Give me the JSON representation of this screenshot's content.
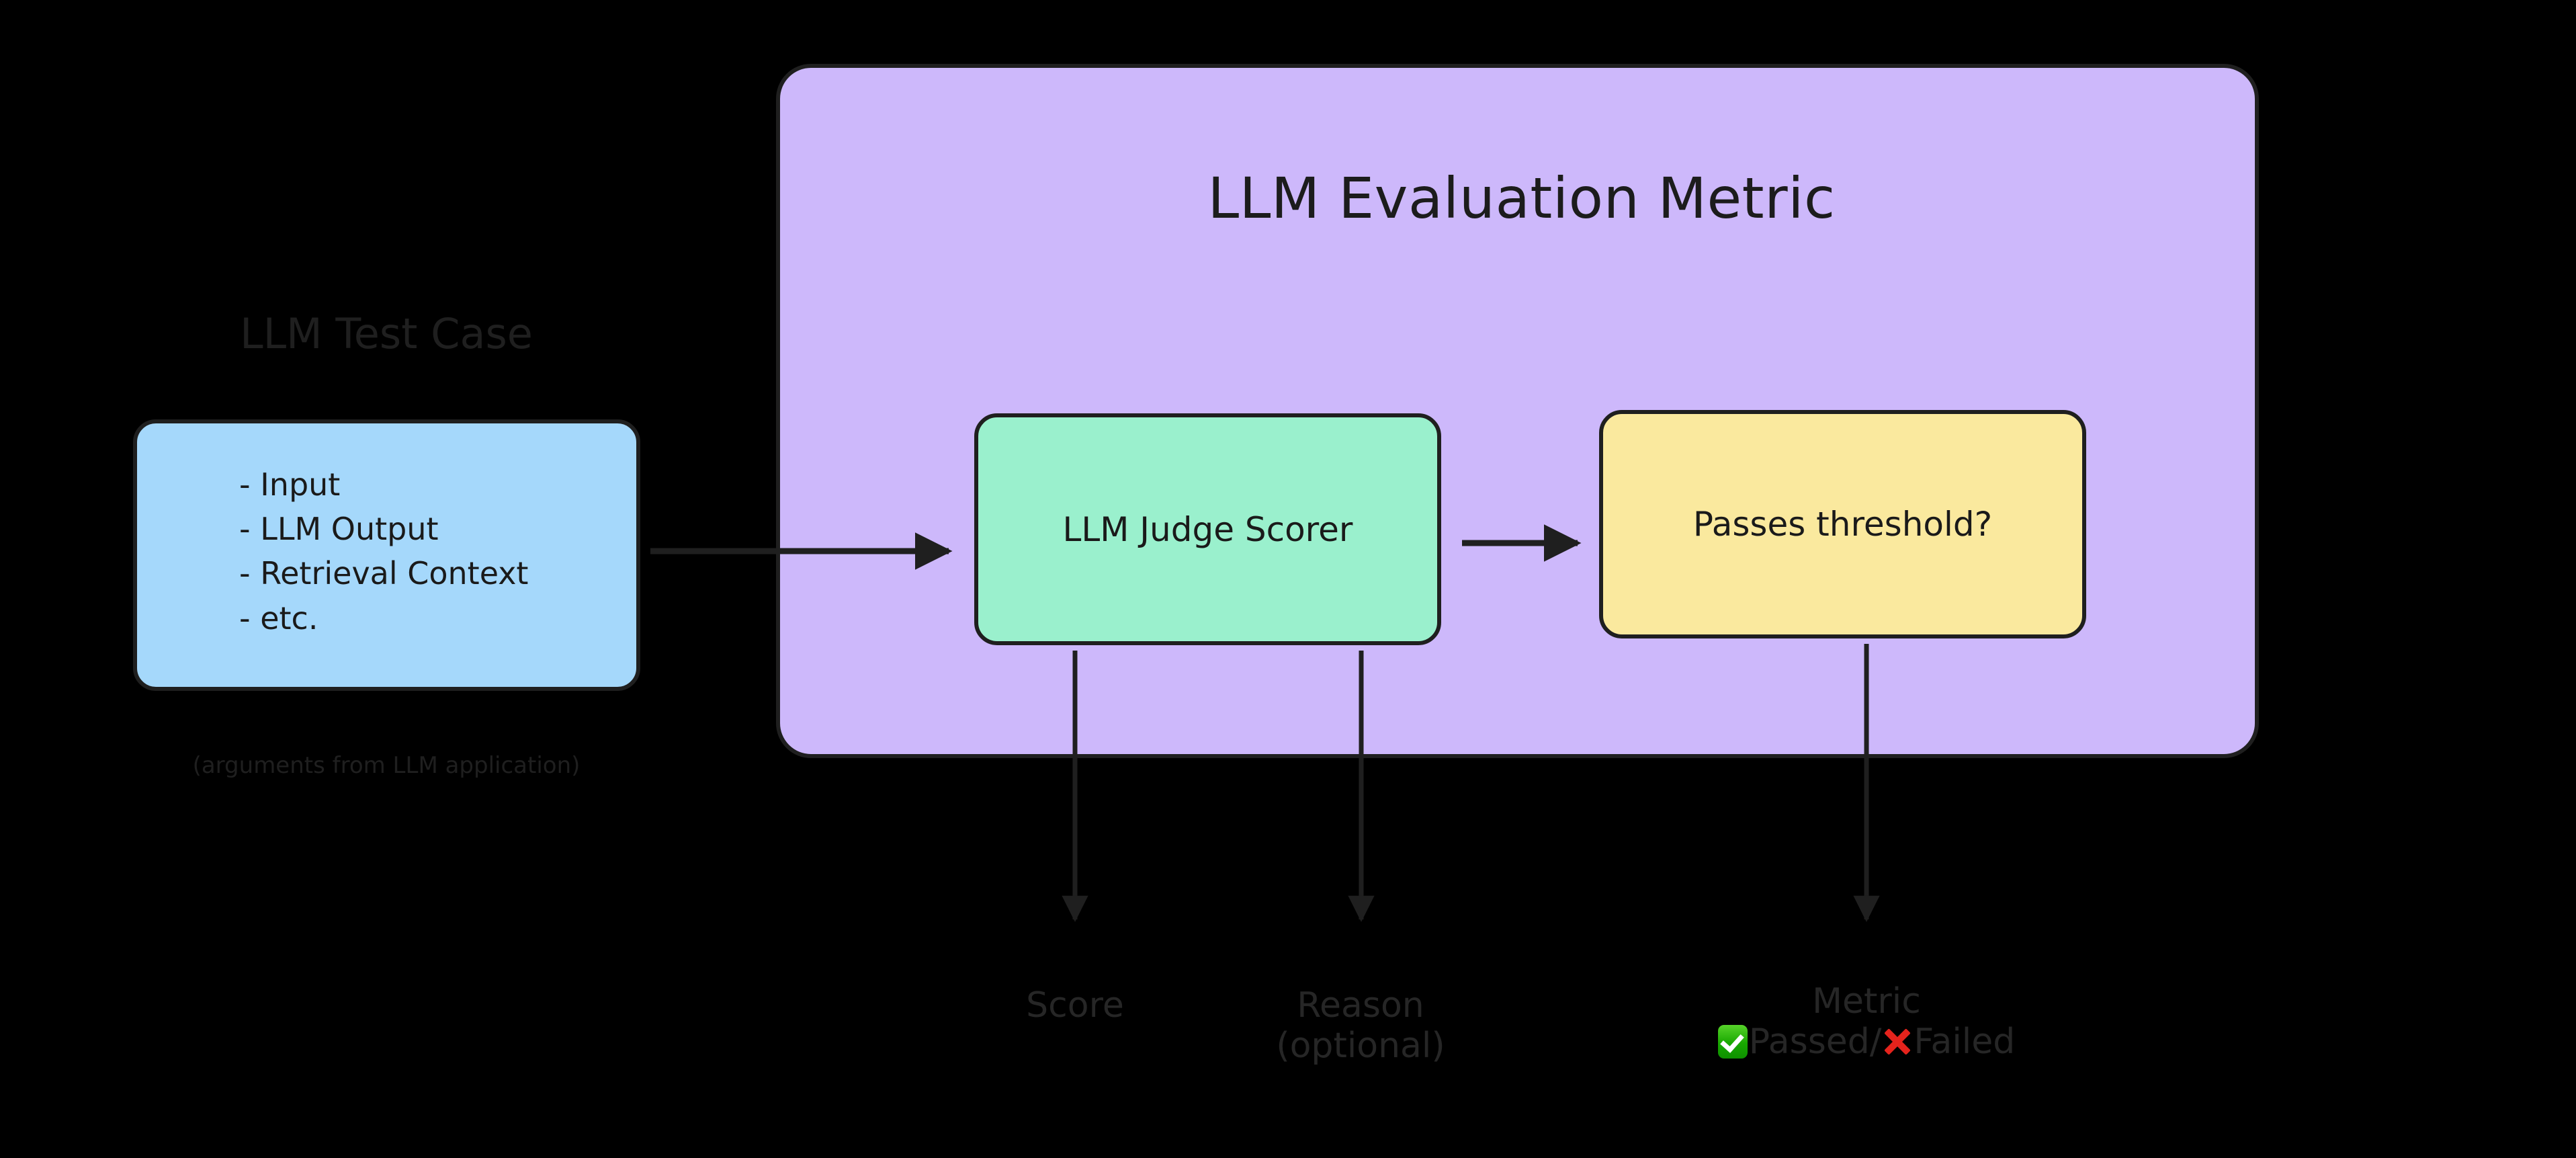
{
  "diagram": {
    "background_color": "#000000",
    "title": "LLM Evaluation Metric",
    "test_case": {
      "heading": "LLM Test Case",
      "caption": "(arguments from LLM application)",
      "box_color": "#a5d8fb",
      "items": [
        "- Input",
        "- LLM Output",
        "- Retrieval Context",
        "- etc."
      ]
    },
    "metric": {
      "container_color": "#cdb8fb",
      "judge": {
        "label": "LLM Judge Scorer",
        "box_color": "#9af0cd"
      },
      "threshold": {
        "label": "Passes threshold?",
        "box_color": "#fae99e"
      }
    },
    "outputs": [
      {
        "name": "score",
        "label": "Score",
        "sublabel": ""
      },
      {
        "name": "reason",
        "label": "Reason",
        "sublabel": "(optional)"
      },
      {
        "name": "metric",
        "label": "Metric",
        "sublabel": ""
      }
    ],
    "metric_result": {
      "passed_text": "Passed",
      "separator": "/",
      "failed_text": "Failed",
      "passed_icon": "white-check-mark-icon",
      "failed_icon": "cross-mark-icon",
      "passed_color": "#18a800",
      "failed_color": "#e5231c"
    }
  }
}
